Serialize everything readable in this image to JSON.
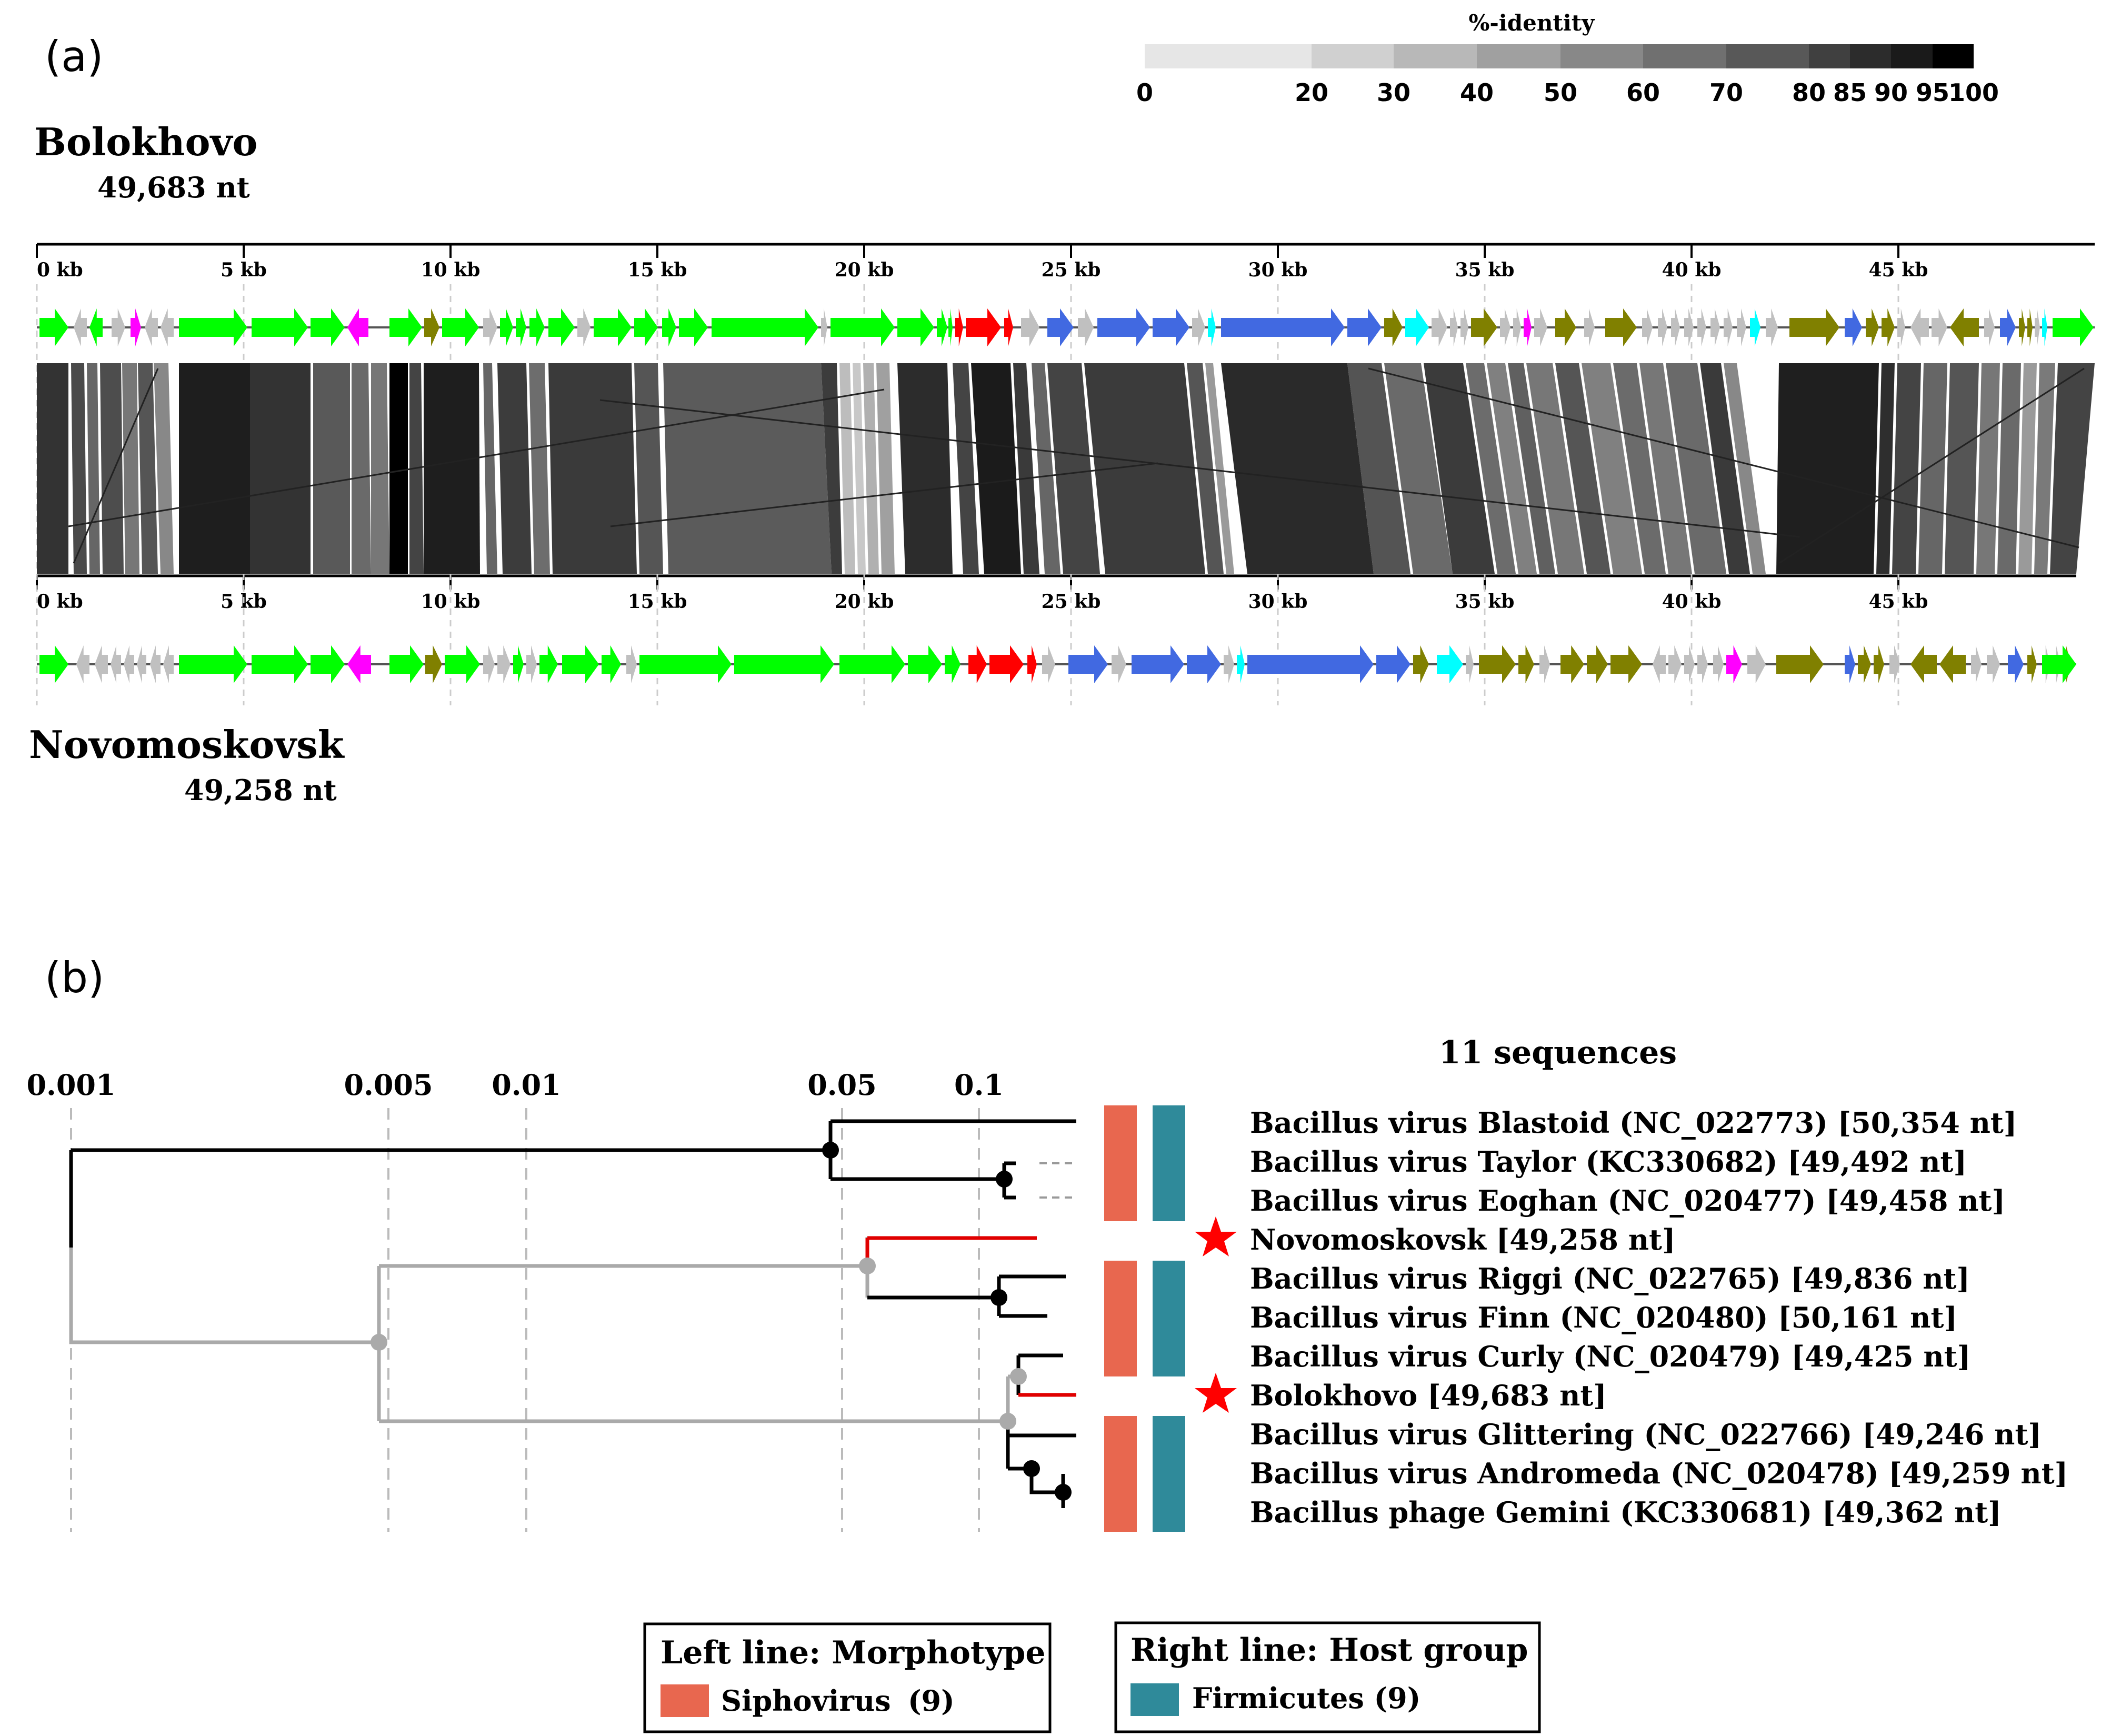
{
  "panel_a": {
    "label": "(a)",
    "genome1": {
      "name": "Bolokhovo",
      "length": "49,683 nt"
    },
    "genome2": {
      "name": "Novomoskovsk",
      "length": "49,258 nt"
    },
    "ticks": [
      "0 kb",
      "5 kb",
      "10 kb",
      "15 kb",
      "20 kb",
      "25 kb",
      "30 kb",
      "35 kb",
      "40 kb",
      "45 kb"
    ],
    "identity_legend": {
      "title": "%-identity",
      "labels": [
        "0",
        "20",
        "30",
        "40",
        "50",
        "60",
        "70",
        "80",
        "85",
        "90",
        "95",
        "100"
      ]
    },
    "gene_colors": {
      "structural": "#00ff00",
      "lysis": "#ff0000",
      "replication": "#4169e1",
      "regulatory": "#00ffff",
      "other": "#808000",
      "trna": "#ff00ff",
      "hypothetical": "#c0c0c0"
    }
  },
  "panel_b": {
    "label": "(b)",
    "title": "11 sequences",
    "scale_labels": [
      "0.001",
      "0.005",
      "0.01",
      "0.05",
      "0.1"
    ],
    "leaves": [
      {
        "name": "Bacillus virus Blastoid (NC_022773) [50,354 nt]",
        "star": false
      },
      {
        "name": "Bacillus virus Taylor (KC330682) [49,492 nt]",
        "star": false
      },
      {
        "name": "Bacillus virus Eoghan (NC_020477) [49,458 nt]",
        "star": false
      },
      {
        "name": "Novomoskovsk [49,258 nt]",
        "star": true
      },
      {
        "name": "Bacillus virus Riggi (NC_022765) [49,836 nt]",
        "star": false
      },
      {
        "name": "Bacillus virus Finn (NC_020480) [50,161 nt]",
        "star": false
      },
      {
        "name": "Bacillus virus Curly (NC_020479) [49,425 nt]",
        "star": false
      },
      {
        "name": "Bolokhovo [49,683 nt]",
        "star": true
      },
      {
        "name": "Bacillus virus Glittering (NC_022766) [49,246 nt]",
        "star": false
      },
      {
        "name": "Bacillus virus Andromeda (NC_020478) [49,259 nt]",
        "star": false
      },
      {
        "name": "Bacillus phage Gemini (KC330681) [49,362 nt]",
        "star": false
      }
    ],
    "legend_left": {
      "title": "Left line: Morphotype",
      "item": "Siphovirus",
      "count": "(9)",
      "color": "#e8674f"
    },
    "legend_right": {
      "title": "Right line: Host group",
      "item": "Firmicutes (9)",
      "color": "#2f8a9a"
    }
  }
}
